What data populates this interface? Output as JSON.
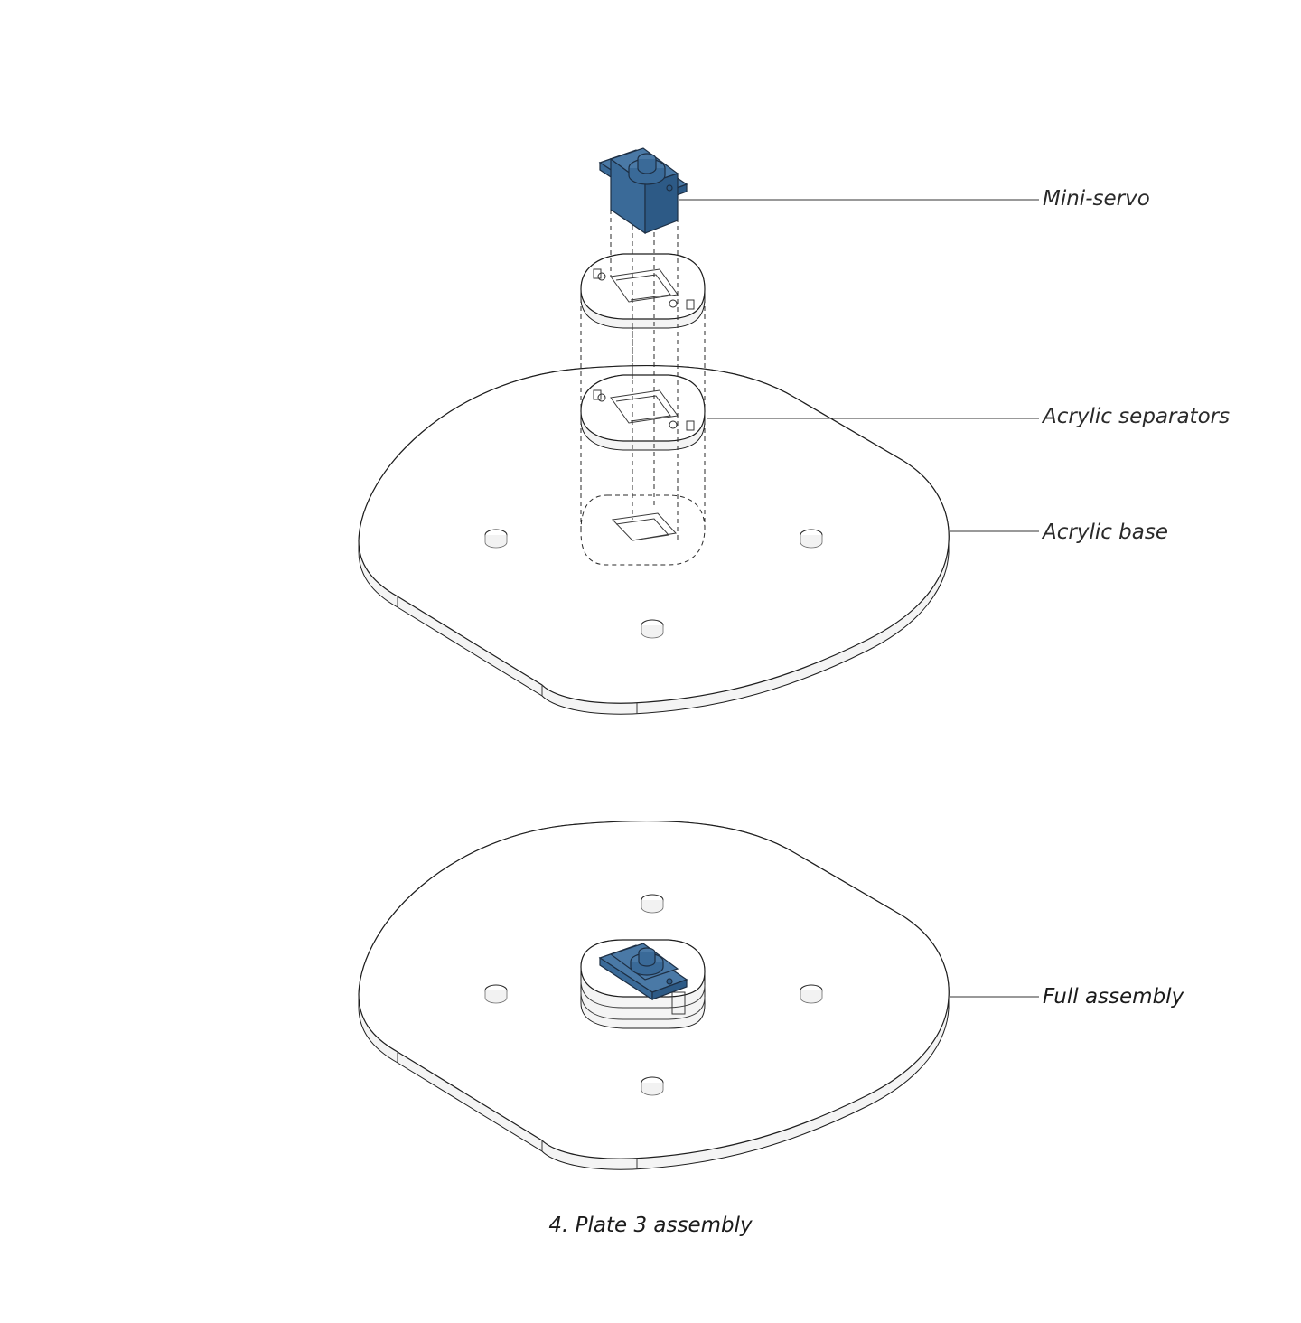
{
  "labels": {
    "mini_servo": "Mini-servo",
    "acrylic_separators": "Acrylic separators",
    "acrylic_base": "Acrylic base",
    "full_assembly": "Full assembly"
  },
  "caption": "4. Plate 3 assembly",
  "colors": {
    "servo_blue": "#4a79a6",
    "outline": "#1e1e1e",
    "background": "#ffffff"
  }
}
